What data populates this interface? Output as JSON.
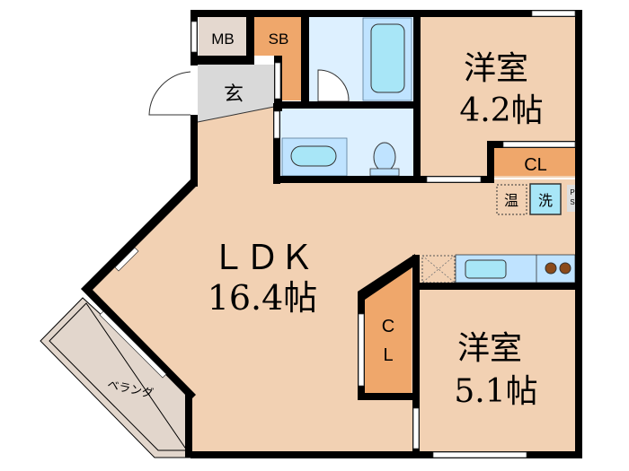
{
  "rooms": {
    "ldk": {
      "name": "ＬＤＫ",
      "size": "16.4帖"
    },
    "western1": {
      "name": "洋室",
      "size": "4.2帖"
    },
    "western2": {
      "name": "洋室",
      "size": "5.1帖"
    },
    "mb": "MB",
    "sb": "SB",
    "entrance": "玄",
    "closet1": "CL",
    "closet2_c": "C",
    "closet2_l": "L",
    "balcony": "ベランダ",
    "water_heater": "温",
    "washer": "洗",
    "ps_p": "P",
    "ps_s": "S"
  },
  "colors": {
    "floor": "#f2d1b3",
    "wall": "#000000",
    "storage": "#efa76b",
    "wet_area": "#ddf0ff",
    "fixture": "#a8e6f7",
    "entrance": "#d9d9d9",
    "balcony": "#e2d6cc",
    "mb": "#e4d8cf",
    "stove": "#8b4a1a"
  }
}
